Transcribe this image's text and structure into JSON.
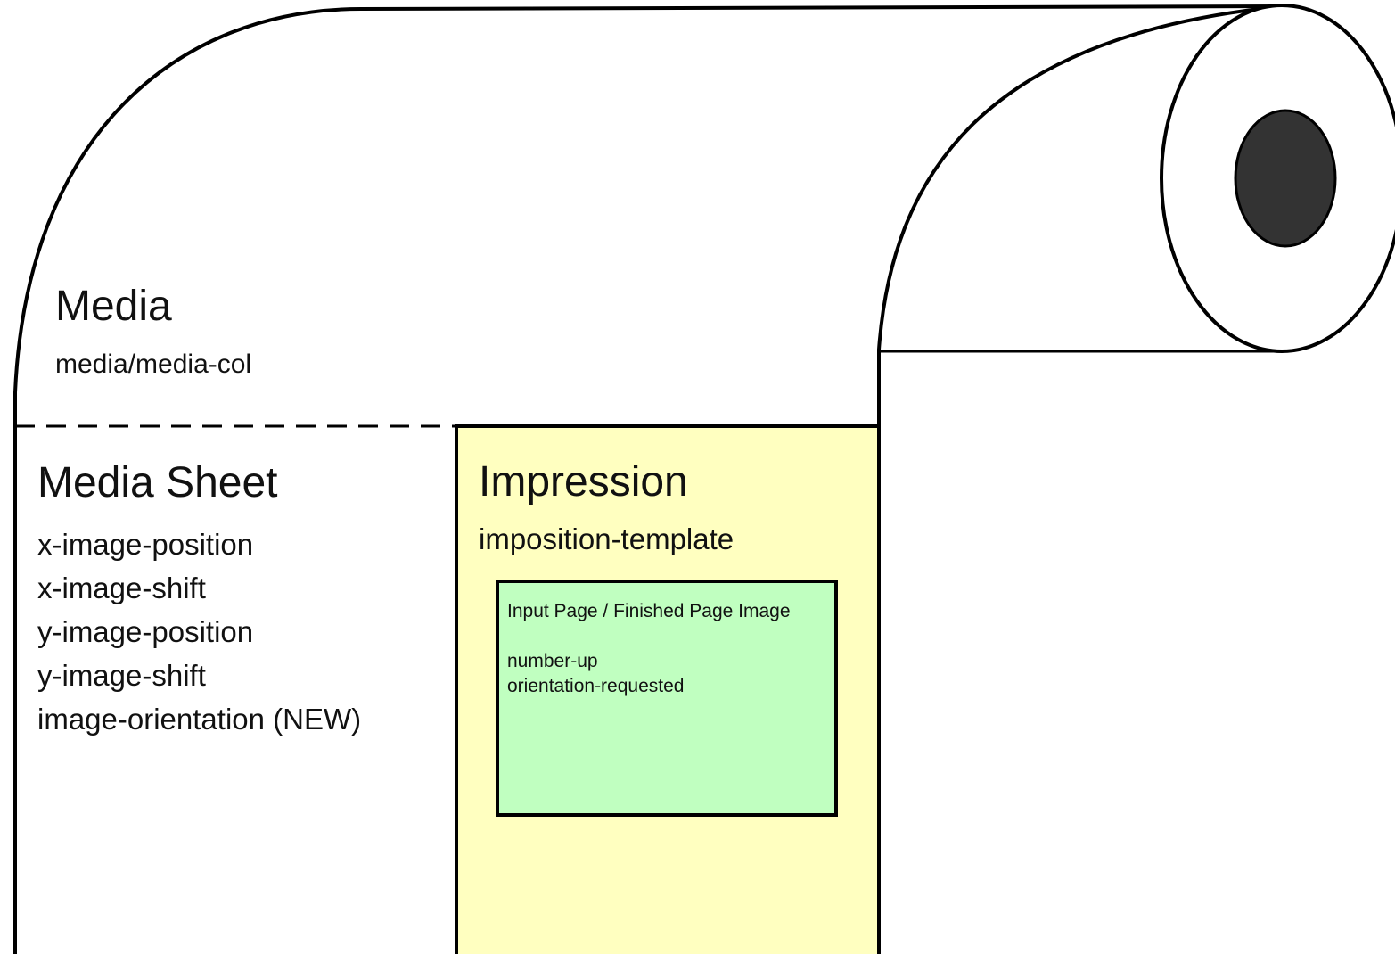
{
  "media": {
    "title": "Media",
    "attribute": "media/media-col"
  },
  "media_sheet": {
    "title": "Media Sheet",
    "attributes": [
      "x-image-position",
      "x-image-shift",
      "y-image-position",
      "y-image-shift",
      "image-orientation (NEW)"
    ]
  },
  "impression": {
    "title": "Impression",
    "attribute": "imposition-template"
  },
  "page_image": {
    "title": "Input Page / Finished Page Image",
    "attributes": [
      "number-up",
      "orientation-requested"
    ]
  },
  "colors": {
    "impression_fill": "#ffffc0",
    "page_image_fill": "#c0ffc0",
    "roll_core": "#333333",
    "outline": "#000000"
  }
}
